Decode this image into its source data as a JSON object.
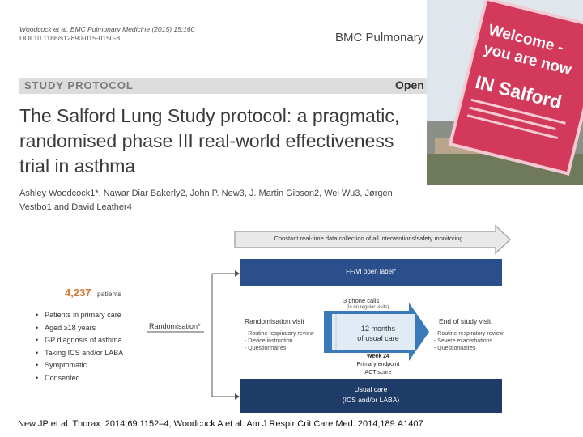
{
  "header": {
    "citation": "Woodcock et al. BMC Pulmonary Medicine (2015) 15:160",
    "doi": "DOI 10.1186/s12890-015-0150-8",
    "journal": "BMC Pulmonary Medi",
    "section_label": "STUDY PROTOCOL",
    "open_label": "Open"
  },
  "paper": {
    "title": "The Salford Lung Study protocol: a pragmatic, randomised phase III real-world effectiveness trial in asthma",
    "authors": "Ashley Woodcock1*, Nawar Diar Bakerly2, John P. New3, J. Martin Gibson2, Wei Wu3, Jørgen Vestbo1 and David Leather4"
  },
  "photo_sign": {
    "line1": "Welcome -",
    "line2": "you are now",
    "line3": "IN Salford",
    "colors": {
      "sign": "#d2395a",
      "sky": "#dfe7ec"
    }
  },
  "diagram": {
    "arrow_text": "Constant real-time data collection of all interventions/safety monitoring",
    "ffvi_label": "FF/VI open label*",
    "patient_count": "4,237",
    "patient_word": "patients",
    "criteria": [
      "Patients in primary care",
      "Aged ≥18 years",
      "GP diagnosis of asthma",
      "Taking ICS and/or LABA",
      "Symptomatic",
      "Consented"
    ],
    "randomisation": "Randomisation*",
    "rand_visit_title": "Randomisation visit",
    "rand_visit_items": [
      "Routine respiratory review",
      "Device instruction",
      "Questionnaires"
    ],
    "phone_calls": "3 phone calls",
    "phone_sub": "(in no regular visits)",
    "months_line1": "12 months",
    "months_line2": "of usual care",
    "week_lines": [
      "Week 24",
      "Primary endpoint",
      "ACT score"
    ],
    "end_visit_title": "End of study visit",
    "end_visit_items": [
      "Routine respiratory review",
      "Severe exacerbations",
      "Questionnaires"
    ],
    "usual_care_line1": "Usual care",
    "usual_care_line2": "(ICS and/or LABA)",
    "colors": {
      "ffvi": "#2b4f8a",
      "usual": "#1f3b68",
      "accent": "#d8762e",
      "arrow": "#a8a8a8"
    }
  },
  "reference": "New JP et al. Thorax. 2014;69:1152–4; Woodcock A et al. Am J Respir Crit Care Med. 2014;189:A1407"
}
